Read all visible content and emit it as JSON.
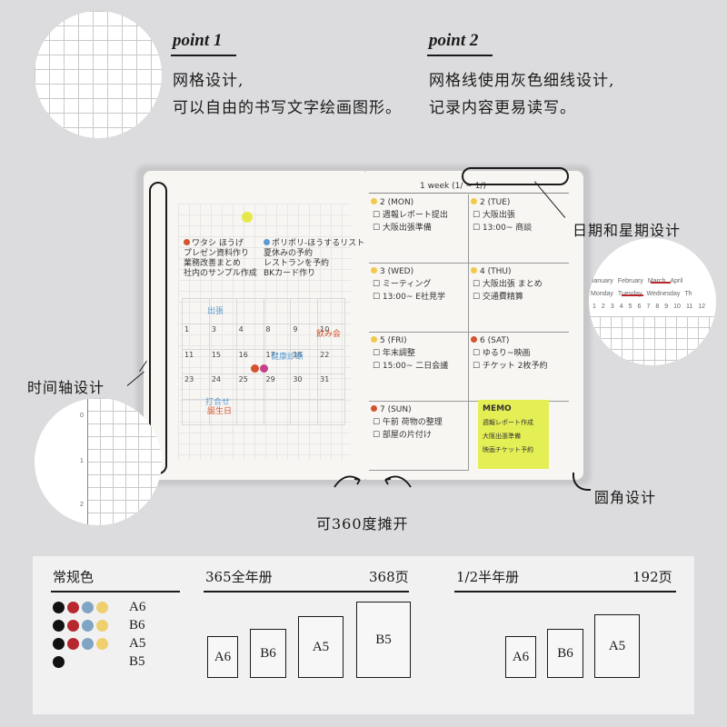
{
  "point1": {
    "title": "point 1",
    "line1": "网格设计,",
    "line2": "可以自由的书写文字绘画图形。"
  },
  "point2": {
    "title": "point 2",
    "line1": "网格线使用灰色细线设计,",
    "line2": "记录内容更易读写。"
  },
  "callouts": {
    "date_weekday": "日期和星期设计",
    "timeline": "时间轴设计",
    "rounded": "圆角设计",
    "open360": "可360度摊开"
  },
  "left_page": {
    "list1": [
      "ワタシ ほうげ",
      "プレゼン資料作り",
      "業務改善まとめ",
      "社内のサンプル作成"
    ],
    "list2": [
      "ポリポリ-ほうするリスト",
      "夏休みの予約",
      "レストランを予約",
      "BKカード作り"
    ],
    "days": [
      "1",
      "3",
      "4",
      "8",
      "9",
      "10",
      "11",
      "15",
      "16",
      "17",
      "18",
      "22",
      "23",
      "24",
      "25",
      "29",
      "30",
      "31"
    ],
    "cal_notes": [
      "出張",
      "飲み会",
      "健康診断",
      "打合せ",
      "誕生日"
    ]
  },
  "right_page": {
    "week_header": "1 week (1/ ~ 1/)",
    "days": [
      {
        "label": "2 (MON)",
        "items": [
          "週報レポート提出",
          "大阪出張準備"
        ],
        "dot": "#f2c94c"
      },
      {
        "label": "2 (TUE)",
        "items": [
          "大阪出張",
          "13:00~ 商談"
        ],
        "dot": "#f2c94c"
      },
      {
        "label": "3 (WED)",
        "items": [
          "ミーティング",
          "13:00~ E社見学"
        ],
        "dot": "#f2c94c"
      },
      {
        "label": "4 (THU)",
        "items": [
          "大阪出張 まとめ",
          "交通費精算"
        ],
        "dot": "#f2c94c"
      },
      {
        "label": "5 (FRI)",
        "items": [
          "年末調整",
          "15:00~ 二日会議"
        ],
        "dot": "#f2c94c"
      },
      {
        "label": "6 (SAT)",
        "items": [
          "ゆるり~映画",
          "チケット 2枚予約"
        ],
        "dot": "#d4532f"
      },
      {
        "label": "7 (SUN)",
        "items": [
          "午前 荷物の整理",
          "部屋の片付け"
        ],
        "dot": "#d4532f"
      }
    ],
    "memo_title": "MEMO",
    "memo_items": [
      "週報レポート作成",
      "大阪出張準備",
      "映画チケット予約"
    ]
  },
  "mini_calendar": {
    "months": [
      "January",
      "February",
      "March",
      "April"
    ],
    "weekdays": [
      "Monday",
      "Tuesday",
      "Wednesday",
      "Th"
    ],
    "numbers": [
      "1",
      "2",
      "3",
      "4",
      "5",
      "6",
      "7",
      "8",
      "9",
      "10",
      "11",
      "12"
    ]
  },
  "mini_timeline": {
    "ticks": [
      "0",
      "1",
      "2"
    ]
  },
  "bottom": {
    "colors_title": "常规色",
    "rows": [
      {
        "label": "A6",
        "colors": [
          "#111111",
          "#b7282e",
          "#7fa4c4",
          "#f0cf6e"
        ]
      },
      {
        "label": "B6",
        "colors": [
          "#111111",
          "#b7282e",
          "#7fa4c4",
          "#f0cf6e"
        ]
      },
      {
        "label": "A5",
        "colors": [
          "#111111",
          "#b7282e",
          "#7fa4c4",
          "#f0cf6e"
        ]
      },
      {
        "label": "B5",
        "colors": [
          "#111111"
        ]
      }
    ],
    "full_year": {
      "title": "365全年册",
      "pages": "368页",
      "sizes": [
        "A6",
        "B6",
        "A5",
        "B5"
      ]
    },
    "half_year": {
      "title": "1/2半年册",
      "pages": "192页",
      "sizes": [
        "A6",
        "B6",
        "A5"
      ]
    }
  },
  "colors": {
    "accent_yellow": "#e6e84a",
    "sticky": "#e4ef55",
    "red": "#d4532f",
    "blue": "#5a9bd4"
  }
}
